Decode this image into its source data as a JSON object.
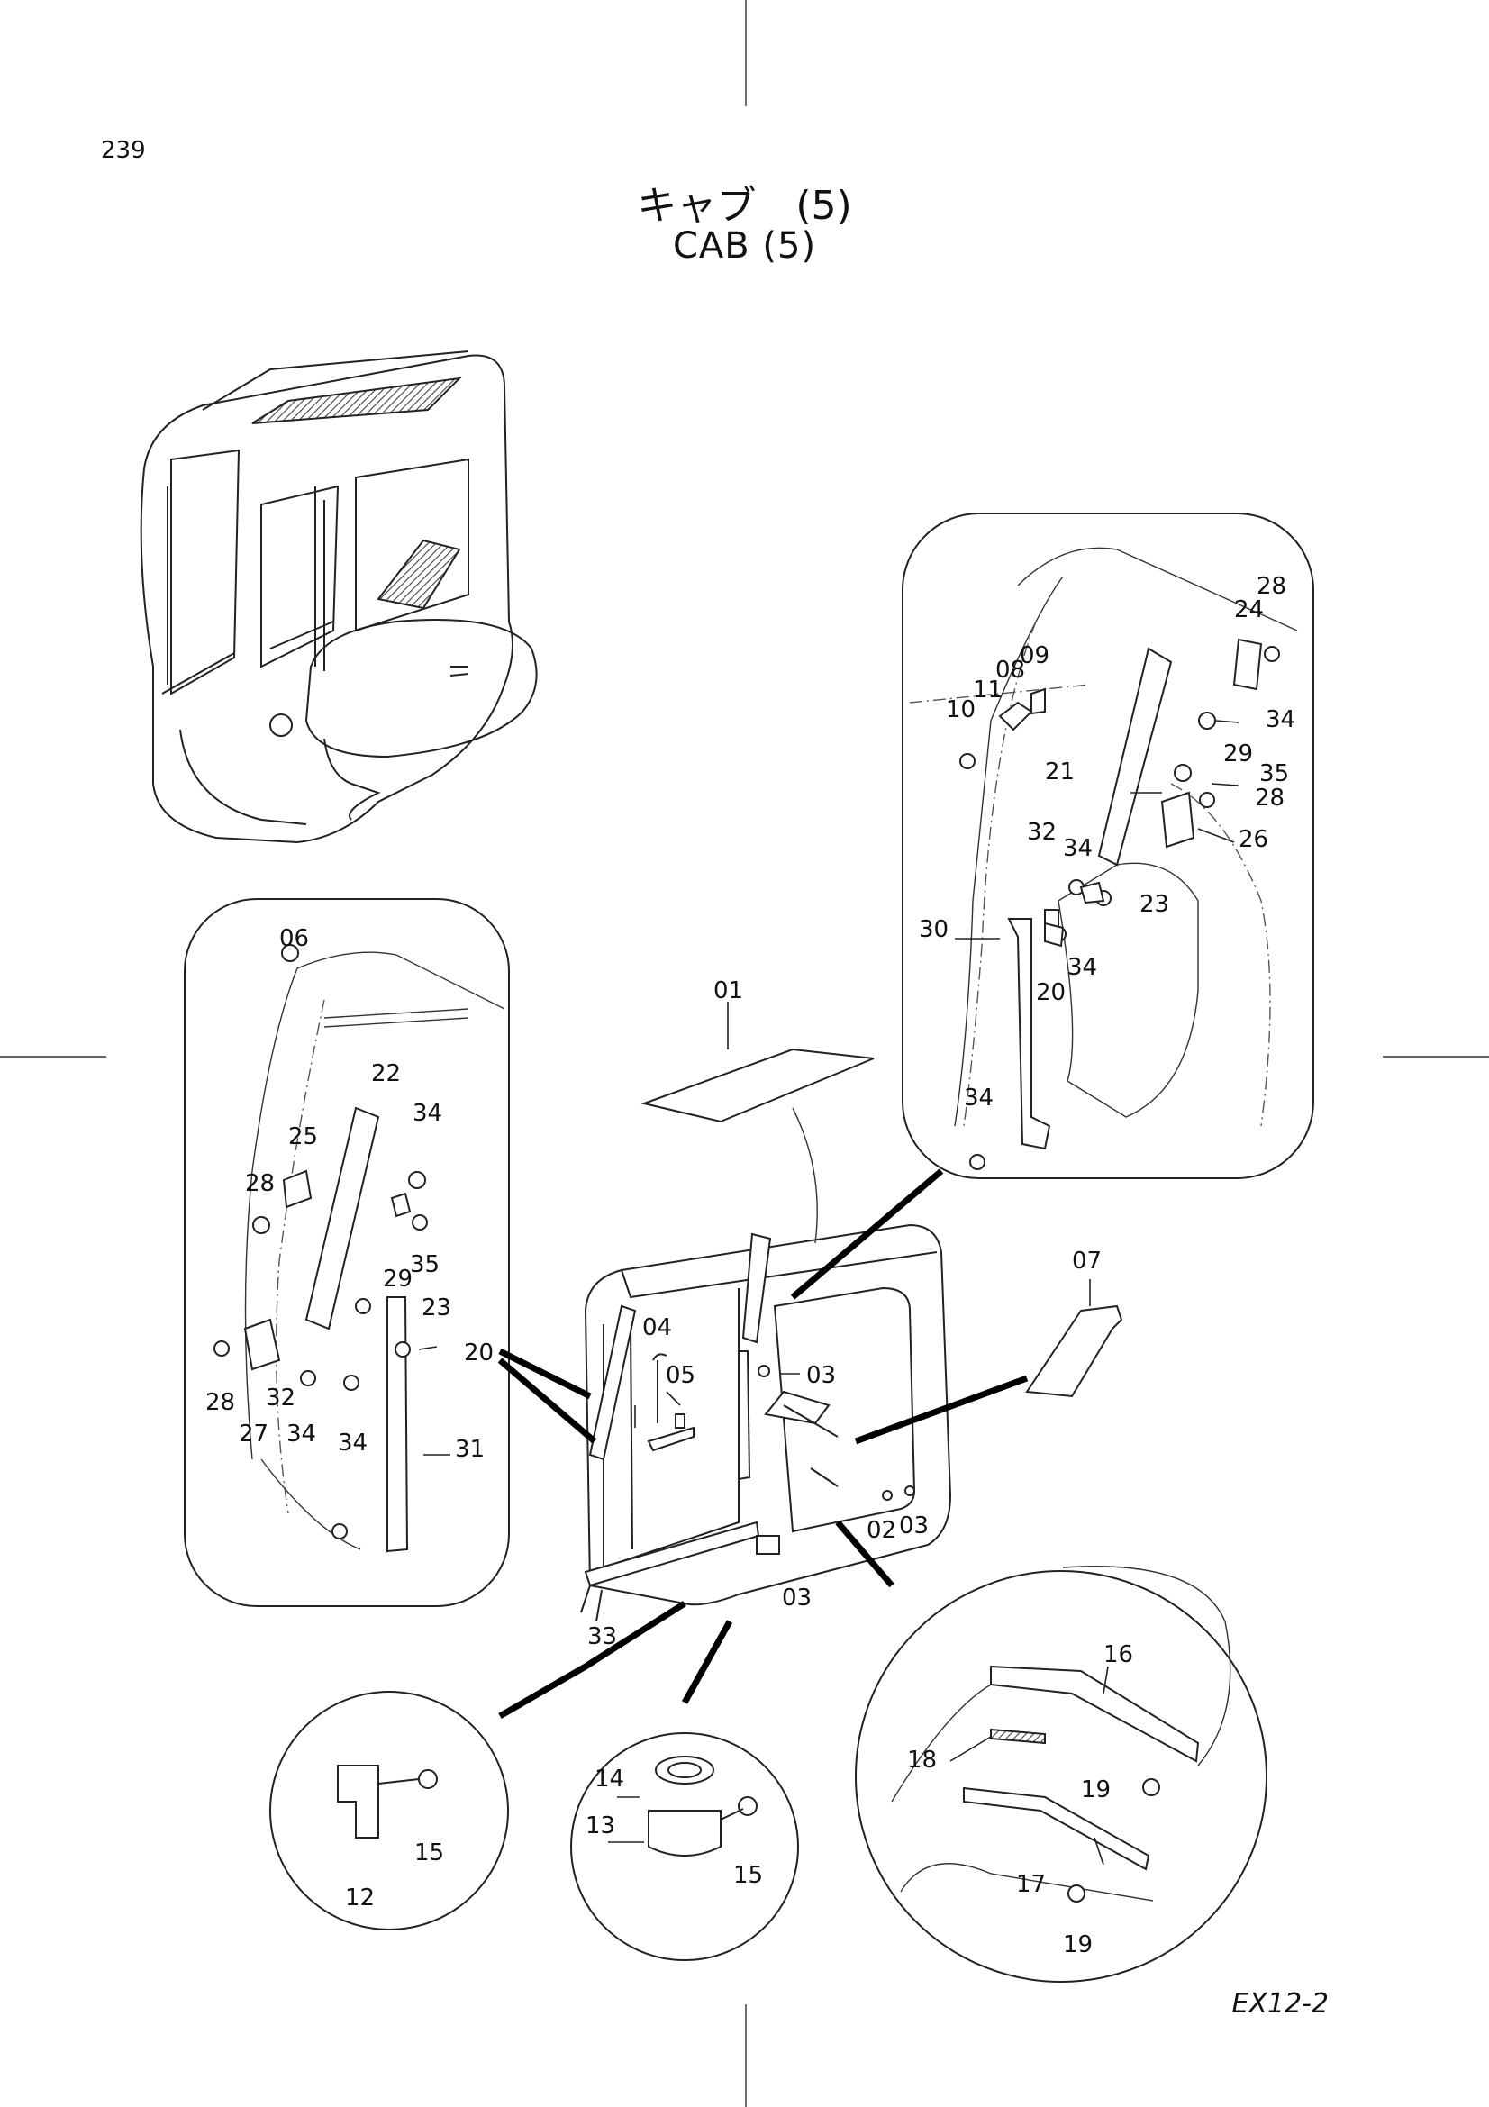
{
  "page_number": "239",
  "title_jp": "キャブ　(5)",
  "title_en": "CAB  (5)",
  "drawing_code": "EX12-2",
  "callouts": {
    "c01": "01",
    "c02": "02",
    "c03a": "03",
    "c03b": "03",
    "c03c": "03",
    "c04": "04",
    "c05": "05",
    "c06": "06",
    "c07": "07",
    "c08": "08",
    "c09": "09",
    "c10": "10",
    "c11": "11",
    "c12": "12",
    "c13": "13",
    "c14": "14",
    "c15a": "15",
    "c15b": "15",
    "c16": "16",
    "c17": "17",
    "c18": "18",
    "c19a": "19",
    "c19b": "19",
    "c20a": "20",
    "c20b": "20",
    "c21": "21",
    "c22": "22",
    "c23a": "23",
    "c23b": "23",
    "c24": "24",
    "c25": "25",
    "c26": "26",
    "c27": "27",
    "c28a": "28",
    "c28b": "28",
    "c28c": "28",
    "c28d": "28",
    "c29a": "29",
    "c29b": "29",
    "c30": "30",
    "c31": "31",
    "c32a": "32",
    "c32b": "32",
    "c33": "33",
    "c34a": "34",
    "c34b": "34",
    "c34c": "34",
    "c34d": "34",
    "c34e": "34",
    "c34f": "34",
    "c34g": "34",
    "c35a": "35",
    "c35b": "35"
  }
}
